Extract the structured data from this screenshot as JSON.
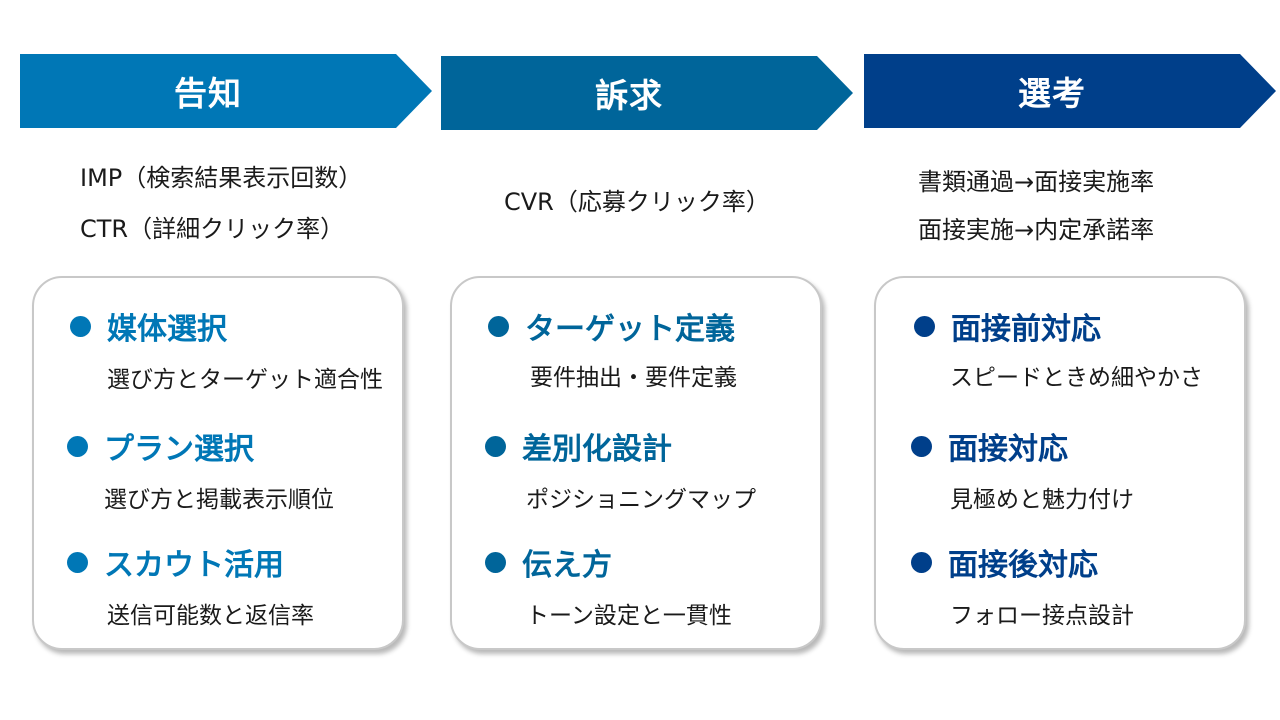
{
  "stages": [
    {
      "label": "告知",
      "color": "#0077B6",
      "metrics": [
        "IMP（検索結果表示回数）",
        "CTR（詳細クリック率）"
      ],
      "items": [
        {
          "title": "媒体選択",
          "sub": "選び方とターゲット適合性"
        },
        {
          "title": "プラン選択",
          "sub": "選び方と掲載表示順位"
        },
        {
          "title": "スカウト活用",
          "sub": "送信可能数と返信率"
        }
      ]
    },
    {
      "label": "訴求",
      "color": "#00659A",
      "metrics": [
        "CVR（応募クリック率）"
      ],
      "items": [
        {
          "title": "ターゲット定義",
          "sub": "要件抽出・要件定義"
        },
        {
          "title": "差別化設計",
          "sub": "ポジショニングマップ"
        },
        {
          "title": "伝え方",
          "sub": "トーン設定と一貫性"
        }
      ]
    },
    {
      "label": "選考",
      "color": "#003F8A",
      "metrics": [
        "書類通過→面接実施率",
        "面接実施→内定承諾率"
      ],
      "items": [
        {
          "title": "面接前対応",
          "sub": "スピードときめ細やかさ"
        },
        {
          "title": "面接対応",
          "sub": "見極めと魅力付け"
        },
        {
          "title": "面接後対応",
          "sub": "フォロー接点設計"
        }
      ]
    }
  ]
}
